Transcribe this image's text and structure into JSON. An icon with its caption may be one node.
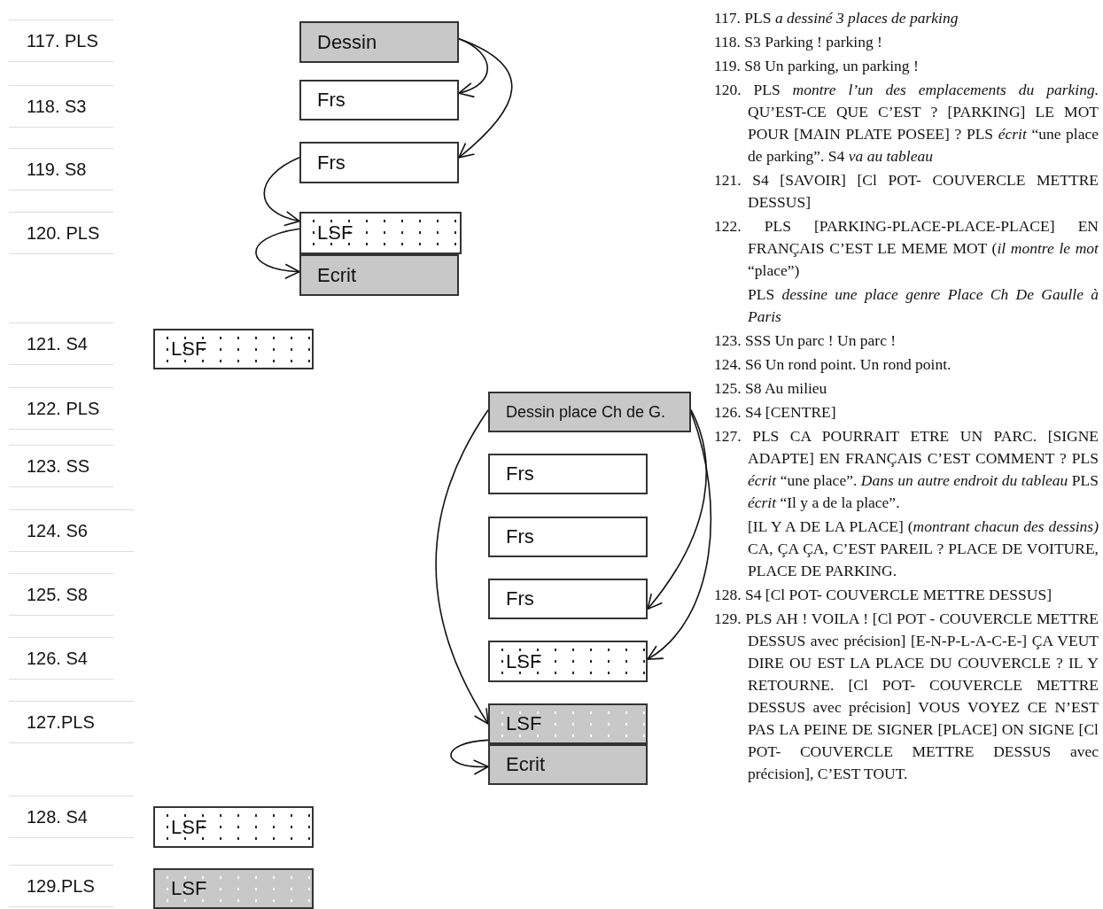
{
  "diagram": {
    "nodes": [
      {
        "text": [
          "Dessin"
        ]
      },
      {
        "text": [
          "Frs"
        ]
      },
      {
        "text": [
          "Frs"
        ]
      },
      {
        "text": [
          "LSF"
        ]
      },
      {
        "text": [
          "Ecrit"
        ]
      },
      {
        "text": [
          "LSF"
        ]
      },
      {
        "text": [
          "Dessin place Ch de G."
        ]
      },
      {
        "text": [
          "Frs"
        ]
      },
      {
        "text": [
          "Frs"
        ]
      },
      {
        "text": [
          "Frs"
        ]
      },
      {
        "text": [
          "LSF"
        ]
      },
      {
        "text": [
          "LSF"
        ]
      },
      {
        "text": [
          "Ecrit"
        ]
      },
      {
        "text": [
          "LSF"
        ]
      },
      {
        "text": [
          "LSF"
        ]
      }
    ],
    "edges": [
      {
        "from": 0,
        "to": 1,
        "arrow": "to"
      },
      {
        "from": 0,
        "to": 2,
        "arrow": "to"
      },
      {
        "from": 2,
        "to": 3,
        "arrow": "to"
      },
      {
        "from": 3,
        "to": 4,
        "arrow": "to"
      },
      {
        "from": 6,
        "to": 11,
        "arrow": "to"
      },
      {
        "from": 6,
        "to": 9,
        "arrow": "to"
      },
      {
        "from": 6,
        "to": 10,
        "arrow": "to"
      },
      {
        "from": 11,
        "to": 12,
        "arrow": "to"
      }
    ],
    "labels": [
      "117. PLS",
      "118. S3",
      "119. S8",
      "120. PLS",
      "121. S4",
      "122. PLS",
      "123. SS",
      "124. S6",
      "125. S8",
      "126. S4",
      "127.PLS",
      "128. S4",
      "129.PLS",
      "117. PLS *a dessiné 3 places de parking*",
      "118. S3 Parking ! parking !",
      "119. S8 Un parking, un parking !",
      "120. PLS *montre l’un des emplacements du parking.* QU’EST-CE QUE C’EST ? [PARKING] LE MOT POUR [MAIN PLATE POSEE] ? PLS *écrit* “une place de parking”. S4 *va au tableau*",
      "121. S4 [SAVOIR] [Cl POT- COUVERCLE METTRE DESSUS]",
      "122. PLS [PARKING-PLACE-PLACE-PLACE] EN FRANÇAIS C’EST LE MEME MOT (*il montre le mot* “place”)",
      "PLS *dessine une place genre Place Ch De Gaulle à Paris*",
      "123. SSS Un parc ! Un parc !",
      "124. S6 Un rond point. Un rond point.",
      "125. S8 Au milieu",
      "126. S4 [CENTRE]",
      "127. PLS CA POURRAIT ETRE UN PARC. [SIGNE ADAPTE] EN FRANÇAIS C’EST COMMENT ? PLS *écrit* “une place”. *Dans un autre endroit du tableau* PLS *écrit* “Il y a de la place”.",
      "[IL Y A DE LA PLACE] (*montrant chacun des dessins)* CA, ÇA ÇA, C’EST PAREIL ? PLACE DE VOITURE, PLACE DE PARKING.",
      "128. S4 [Cl POT- COUVERCLE METTRE DESSUS]",
      "129. PLS AH ! VOILA ! [Cl POT - COUVERCLE METTRE DESSUS avec précision] [E-N-P-L-A-C-E-] ÇA VEUT DIRE OU EST LA PLACE DU COUVERCLE ? IL Y RETOURNE. [Cl POT- COUVERCLE METTRE DESSUS avec précision] VOUS VOYEZ CE N’EST PAS LA PEINE DE SIGNER [PLACE] ON SIGNE [Cl POT- COUVERCLE METTRE DESSUS avec précision], C’EST TOUT."
    ]
  }
}
